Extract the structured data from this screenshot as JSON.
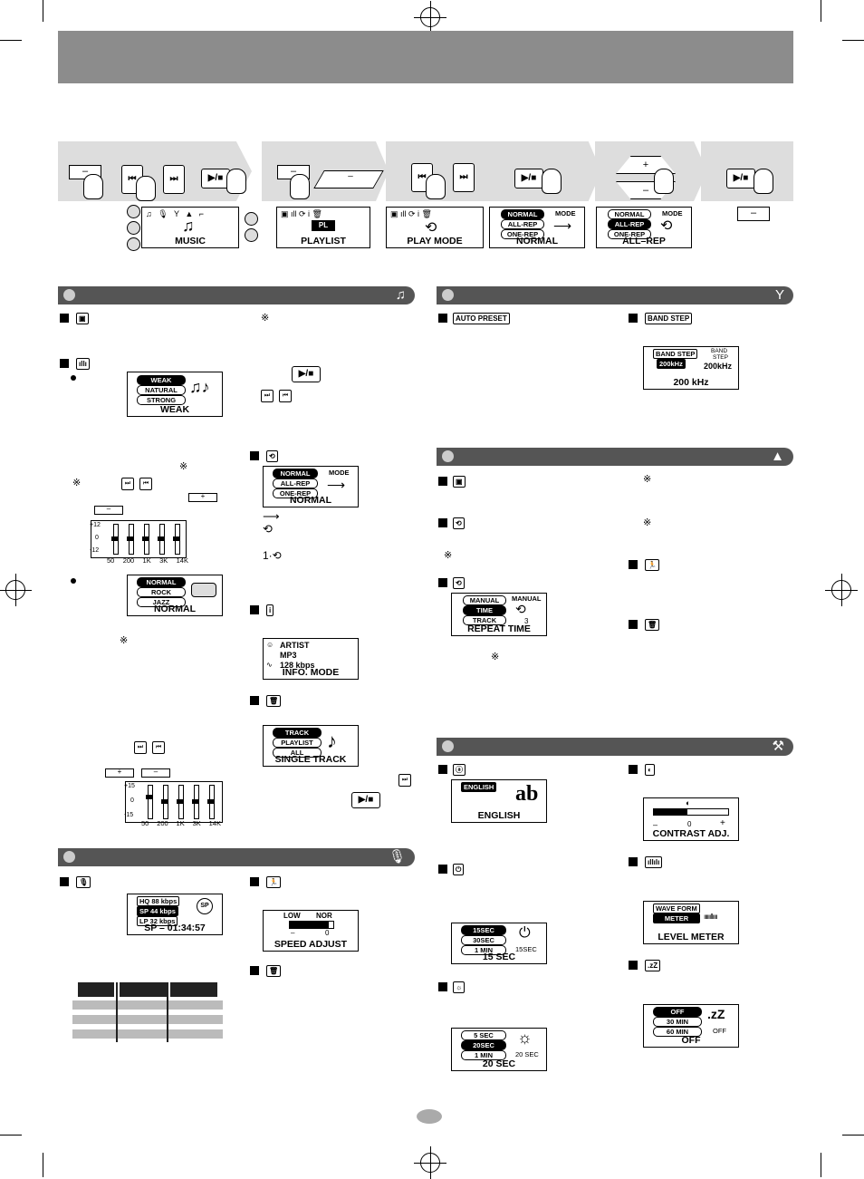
{
  "flow": {
    "lcd_music": "MUSIC",
    "lcd_playlist": "PLAYLIST",
    "lcd_play_mode": "PLAY MODE",
    "lcd_normal": "NORMAL",
    "lcd_allrep": "ALL–REP",
    "mode_label": "MODE",
    "pills": [
      "NORMAL",
      "ALL-REP",
      "ONE-REP"
    ],
    "pl_label": "PL",
    "play_key": "▶/■",
    "minus": "–",
    "plus": "+"
  },
  "music": {
    "eq_levels": [
      "WEAK",
      "NATURAL",
      "STRONG"
    ],
    "eq_caption": "WEAK",
    "eq_scale": [
      "+12",
      "0",
      "-12"
    ],
    "eq_bands": [
      "50",
      "200",
      "1K",
      "3K",
      "14K"
    ],
    "eq_positions": [
      0.5,
      0.5,
      0.5,
      0.5,
      0.5
    ],
    "presets": [
      "NORMAL",
      "ROCK",
      "JAZZ"
    ],
    "preset_caption": "NORMAL",
    "eq2_scale": [
      "+15",
      "0",
      "-15"
    ],
    "eq2_bands": [
      "50",
      "200",
      "1K",
      "3K",
      "14K"
    ],
    "eq2_positions": [
      0.35,
      0.5,
      0.5,
      0.5,
      0.5
    ],
    "play_modes": [
      "NORMAL",
      "ALL-REP",
      "ONE-REP"
    ],
    "play_mode_label": "MODE",
    "play_mode_caption": "NORMAL",
    "info_lines": [
      "ARTIST",
      "MP3",
      "128 kbps"
    ],
    "info_caption": "INFO. MODE",
    "delete_items": [
      "TRACK",
      "PLAYLIST",
      "ALL"
    ],
    "delete_caption": "SINGLE TRACK"
  },
  "voice": {
    "qualities": [
      "HQ 88 kbps",
      "SP 44 kbps",
      "LP 32 kbps"
    ],
    "caption": "SP  – 01:34:57",
    "icon_label": "SP",
    "speed_low": "LOW",
    "speed_nor": "NOR",
    "speed_minus": "–",
    "speed_zero": "0",
    "speed_caption": "SPEED ADJUST",
    "speed_level": 0.9
  },
  "fm": {
    "autopreset_tag": "AUTO PRESET",
    "bandstep_tag": "BAND STEP",
    "bandstep_items": [
      "BAND STEP",
      "200kHz"
    ],
    "bandstep_side": [
      "BAND",
      "STEP"
    ],
    "bandstep_value": "200kHz",
    "bandstep_caption": "200 kHz"
  },
  "study": {
    "repeat_items": [
      "MANUAL",
      "TIME",
      "TRACK"
    ],
    "repeat_side": "MANUAL",
    "repeat_num": "3",
    "repeat_caption": "REPEAT TIME"
  },
  "settings": {
    "lang_items": [
      "ENGLISH"
    ],
    "lang_glyph": "ab",
    "lang_caption": "ENGLISH",
    "contrast_minus": "–",
    "contrast_zero": "0",
    "contrast_plus": "+",
    "contrast_caption": "CONTRAST ADJ.",
    "contrast_level": 0.45,
    "power_items": [
      "15SEC",
      "30SEC",
      "1 MIN"
    ],
    "power_side": "15SEC",
    "power_caption": "15  SEC",
    "meter_items": [
      "WAVE FORM",
      "METER"
    ],
    "meter_caption": "LEVEL METER",
    "backlight_items": [
      "5 SEC",
      "20SEC",
      "1 MIN"
    ],
    "backlight_side": "20 SEC",
    "backlight_caption": "20  SEC",
    "sleep_items": [
      "OFF",
      "30 MIN",
      "60 MIN"
    ],
    "sleep_glyph": ".zZ",
    "sleep_side": "OFF",
    "sleep_caption": "OFF"
  },
  "colors": {
    "header": "#8c8c8c",
    "section": "#555555",
    "step": "#dddddd"
  }
}
